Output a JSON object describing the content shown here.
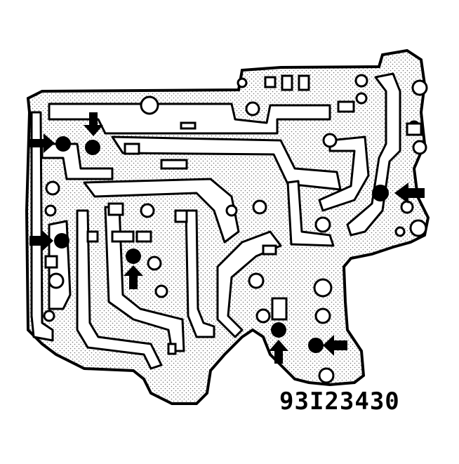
{
  "figure": {
    "reference_number": "93I23430",
    "ink_color": "#000000",
    "background_color": "#ffffff",
    "stipple_color": "#bdbdbd",
    "arrow_icon": "arrow-icon",
    "ball_icon": "check-ball-icon"
  },
  "markers": [
    {
      "name": "check-ball-upper-left",
      "direction": "right"
    },
    {
      "name": "check-ball-top",
      "direction": "down"
    },
    {
      "name": "check-ball-right",
      "direction": "left"
    },
    {
      "name": "check-ball-middle-left",
      "direction": "right"
    },
    {
      "name": "check-ball-center",
      "direction": "up"
    },
    {
      "name": "check-ball-lower-center",
      "direction": "up"
    },
    {
      "name": "check-ball-lower-right",
      "direction": "left"
    }
  ]
}
